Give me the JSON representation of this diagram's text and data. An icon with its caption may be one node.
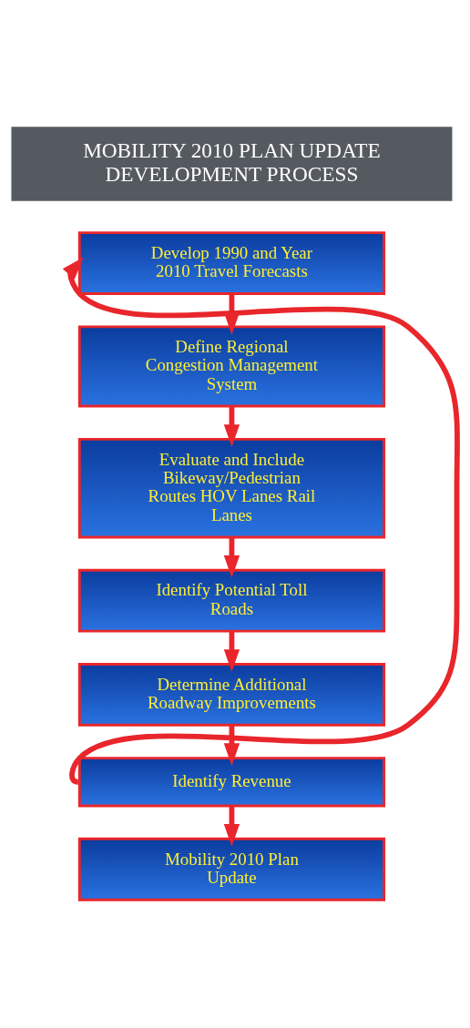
{
  "diagram": {
    "nodes": [
      {
        "text": [
          "MOBILITY 2010 PLAN UPDATE",
          "DEVELOPMENT PROCESS"
        ]
      },
      {
        "text": [
          "Develop 1990 and Year 2010 Travel Forecasts"
        ]
      },
      {
        "text": [
          "Define Regional Congestion Management System"
        ]
      },
      {
        "text": [
          "Evaluate and Include Bikeway/Pedestrian Routes HOV Lanes Rail Lanes"
        ]
      },
      {
        "text": [
          "Identify Potential Toll Roads"
        ]
      },
      {
        "text": [
          "Determine Additional Roadway Improvements"
        ]
      },
      {
        "text": [
          "Identify Revenue"
        ]
      },
      {
        "text": [
          "Mobility 2010 Plan Update"
        ]
      }
    ],
    "edges": [
      {
        "from": 1,
        "to": 2,
        "arrow": "to"
      },
      {
        "from": 2,
        "to": 3,
        "arrow": "to"
      },
      {
        "from": 3,
        "to": 4,
        "arrow": "to"
      },
      {
        "from": 4,
        "to": 5,
        "arrow": "to"
      },
      {
        "from": 5,
        "to": 6,
        "arrow": "to"
      },
      {
        "from": 6,
        "to": 7,
        "arrow": "to"
      },
      {
        "from": 6,
        "to": 1,
        "arrow": "to"
      }
    ]
  }
}
